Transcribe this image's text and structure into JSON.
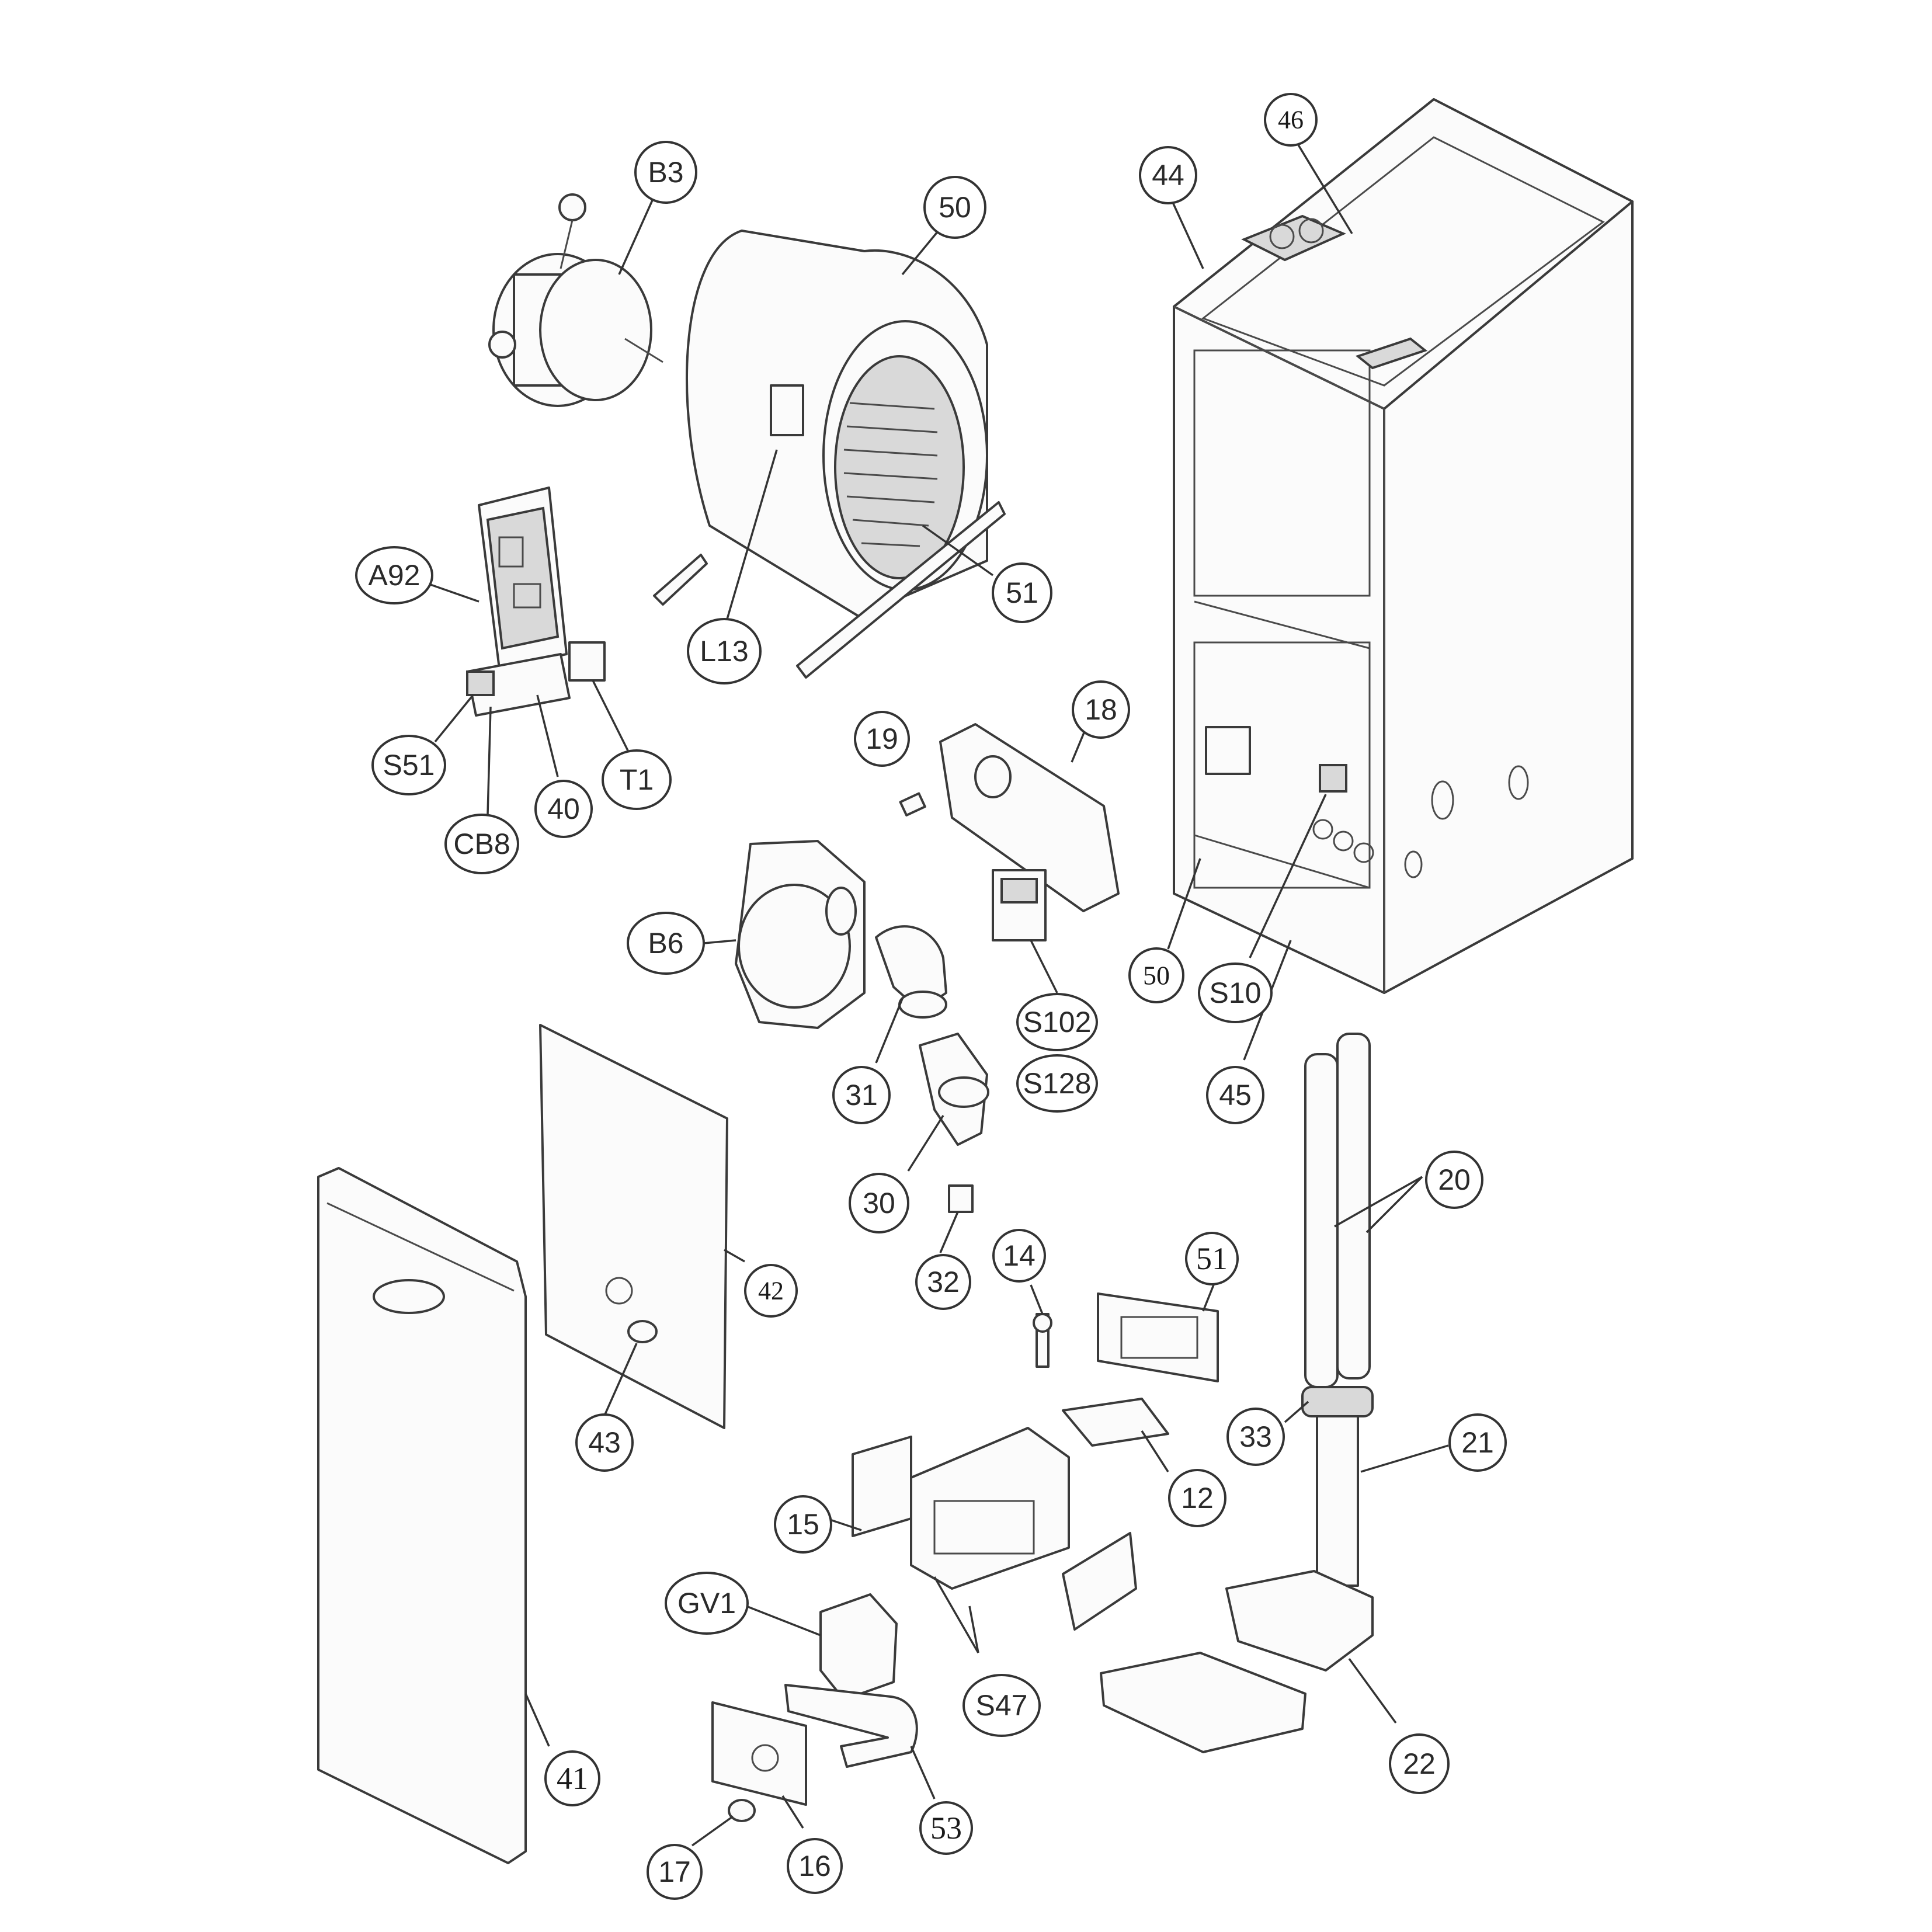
{
  "callouts": [
    {
      "id": "c-b3",
      "label": "B3"
    },
    {
      "id": "c-50-blower",
      "label": "50"
    },
    {
      "id": "c-44",
      "label": "44"
    },
    {
      "id": "c-46",
      "label": "46"
    },
    {
      "id": "c-a92",
      "label": "A92"
    },
    {
      "id": "c-51-wheel",
      "label": "51"
    },
    {
      "id": "c-l13",
      "label": "L13"
    },
    {
      "id": "c-s51",
      "label": "S51"
    },
    {
      "id": "c-cb8",
      "label": "CB8"
    },
    {
      "id": "c-40",
      "label": "40"
    },
    {
      "id": "c-t1",
      "label": "T1"
    },
    {
      "id": "c-19",
      "label": "19"
    },
    {
      "id": "c-18",
      "label": "18"
    },
    {
      "id": "c-b6",
      "label": "B6"
    },
    {
      "id": "c-50-cabinet",
      "label": "50"
    },
    {
      "id": "c-s10",
      "label": "S10"
    },
    {
      "id": "c-s102",
      "label": "S102"
    },
    {
      "id": "c-s128",
      "label": "S128"
    },
    {
      "id": "c-31",
      "label": "31"
    },
    {
      "id": "c-45",
      "label": "45"
    },
    {
      "id": "c-30",
      "label": "30"
    },
    {
      "id": "c-20",
      "label": "20"
    },
    {
      "id": "c-14",
      "label": "14"
    },
    {
      "id": "c-51-plate",
      "label": "51"
    },
    {
      "id": "c-42",
      "label": "42"
    },
    {
      "id": "c-32",
      "label": "32"
    },
    {
      "id": "c-33",
      "label": "33"
    },
    {
      "id": "c-21",
      "label": "21"
    },
    {
      "id": "c-43",
      "label": "43"
    },
    {
      "id": "c-12",
      "label": "12"
    },
    {
      "id": "c-15",
      "label": "15"
    },
    {
      "id": "c-gv1",
      "label": "GV1"
    },
    {
      "id": "c-s47",
      "label": "S47"
    },
    {
      "id": "c-22",
      "label": "22"
    },
    {
      "id": "c-41",
      "label": "41"
    },
    {
      "id": "c-53",
      "label": "53"
    },
    {
      "id": "c-17",
      "label": "17"
    },
    {
      "id": "c-16",
      "label": "16"
    }
  ]
}
